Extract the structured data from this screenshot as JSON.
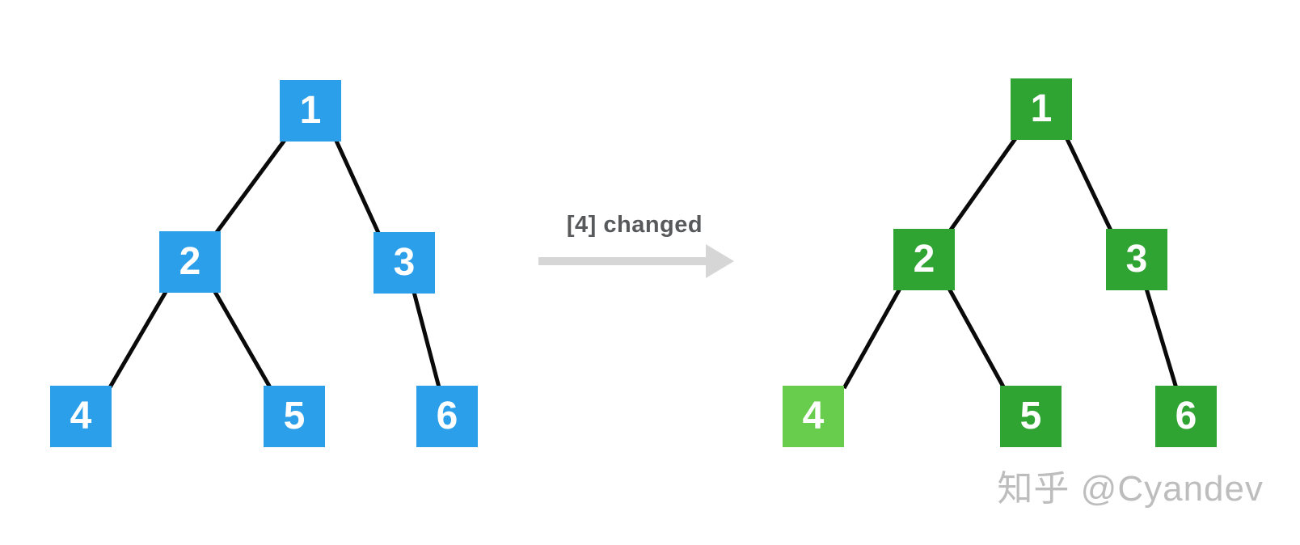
{
  "palette": {
    "node_blue": "#2B9FE9",
    "node_green": "#30A433",
    "node_green_highlight": "#68CC4D",
    "node_text": "#FFFFFF",
    "edge": "#0A0A0A",
    "arrow": "#D6D6D6",
    "arrow_label_text": "#58595B",
    "watermark_text": "#BDBDBD",
    "background": "#FFFFFF"
  },
  "arrow": {
    "label": "[4] changed"
  },
  "watermark": {
    "text": "知乎 @Cyandev"
  },
  "trees": [
    {
      "id": "left",
      "nodes": [
        {
          "value": "1",
          "color": "node_blue"
        },
        {
          "value": "2",
          "color": "node_blue"
        },
        {
          "value": "3",
          "color": "node_blue"
        },
        {
          "value": "4",
          "color": "node_blue"
        },
        {
          "value": "5",
          "color": "node_blue"
        },
        {
          "value": "6",
          "color": "node_blue"
        }
      ],
      "edges": [
        [
          "1",
          "2"
        ],
        [
          "1",
          "3"
        ],
        [
          "2",
          "4"
        ],
        [
          "2",
          "5"
        ],
        [
          "3",
          "6"
        ]
      ]
    },
    {
      "id": "right",
      "nodes": [
        {
          "value": "1",
          "color": "node_green"
        },
        {
          "value": "2",
          "color": "node_green"
        },
        {
          "value": "3",
          "color": "node_green"
        },
        {
          "value": "4",
          "color": "node_green_highlight"
        },
        {
          "value": "5",
          "color": "node_green"
        },
        {
          "value": "6",
          "color": "node_green"
        }
      ],
      "edges": [
        [
          "1",
          "2"
        ],
        [
          "1",
          "3"
        ],
        [
          "2",
          "4"
        ],
        [
          "2",
          "5"
        ],
        [
          "3",
          "6"
        ]
      ]
    }
  ]
}
